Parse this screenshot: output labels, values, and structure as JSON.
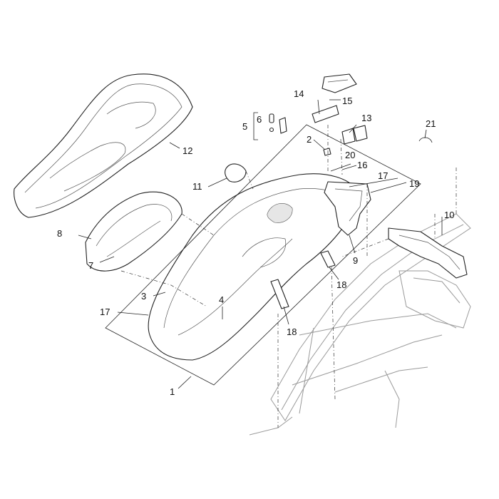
{
  "callouts": [
    {
      "id": "1",
      "label": "1"
    },
    {
      "id": "2",
      "label": "2"
    },
    {
      "id": "3",
      "label": "3"
    },
    {
      "id": "4",
      "label": "4"
    },
    {
      "id": "5",
      "label": "5"
    },
    {
      "id": "6",
      "label": "6"
    },
    {
      "id": "7",
      "label": "7"
    },
    {
      "id": "8",
      "label": "8"
    },
    {
      "id": "9",
      "label": "9"
    },
    {
      "id": "10",
      "label": "10"
    },
    {
      "id": "11",
      "label": "11"
    },
    {
      "id": "12",
      "label": "12"
    },
    {
      "id": "13",
      "label": "13"
    },
    {
      "id": "14",
      "label": "14"
    },
    {
      "id": "15",
      "label": "15"
    },
    {
      "id": "16",
      "label": "16"
    },
    {
      "id": "17a",
      "label": "17"
    },
    {
      "id": "17b",
      "label": "17"
    },
    {
      "id": "18a",
      "label": "18"
    },
    {
      "id": "18b",
      "label": "18"
    },
    {
      "id": "19",
      "label": "19"
    },
    {
      "id": "20",
      "label": "20"
    },
    {
      "id": "21",
      "label": "21"
    }
  ]
}
